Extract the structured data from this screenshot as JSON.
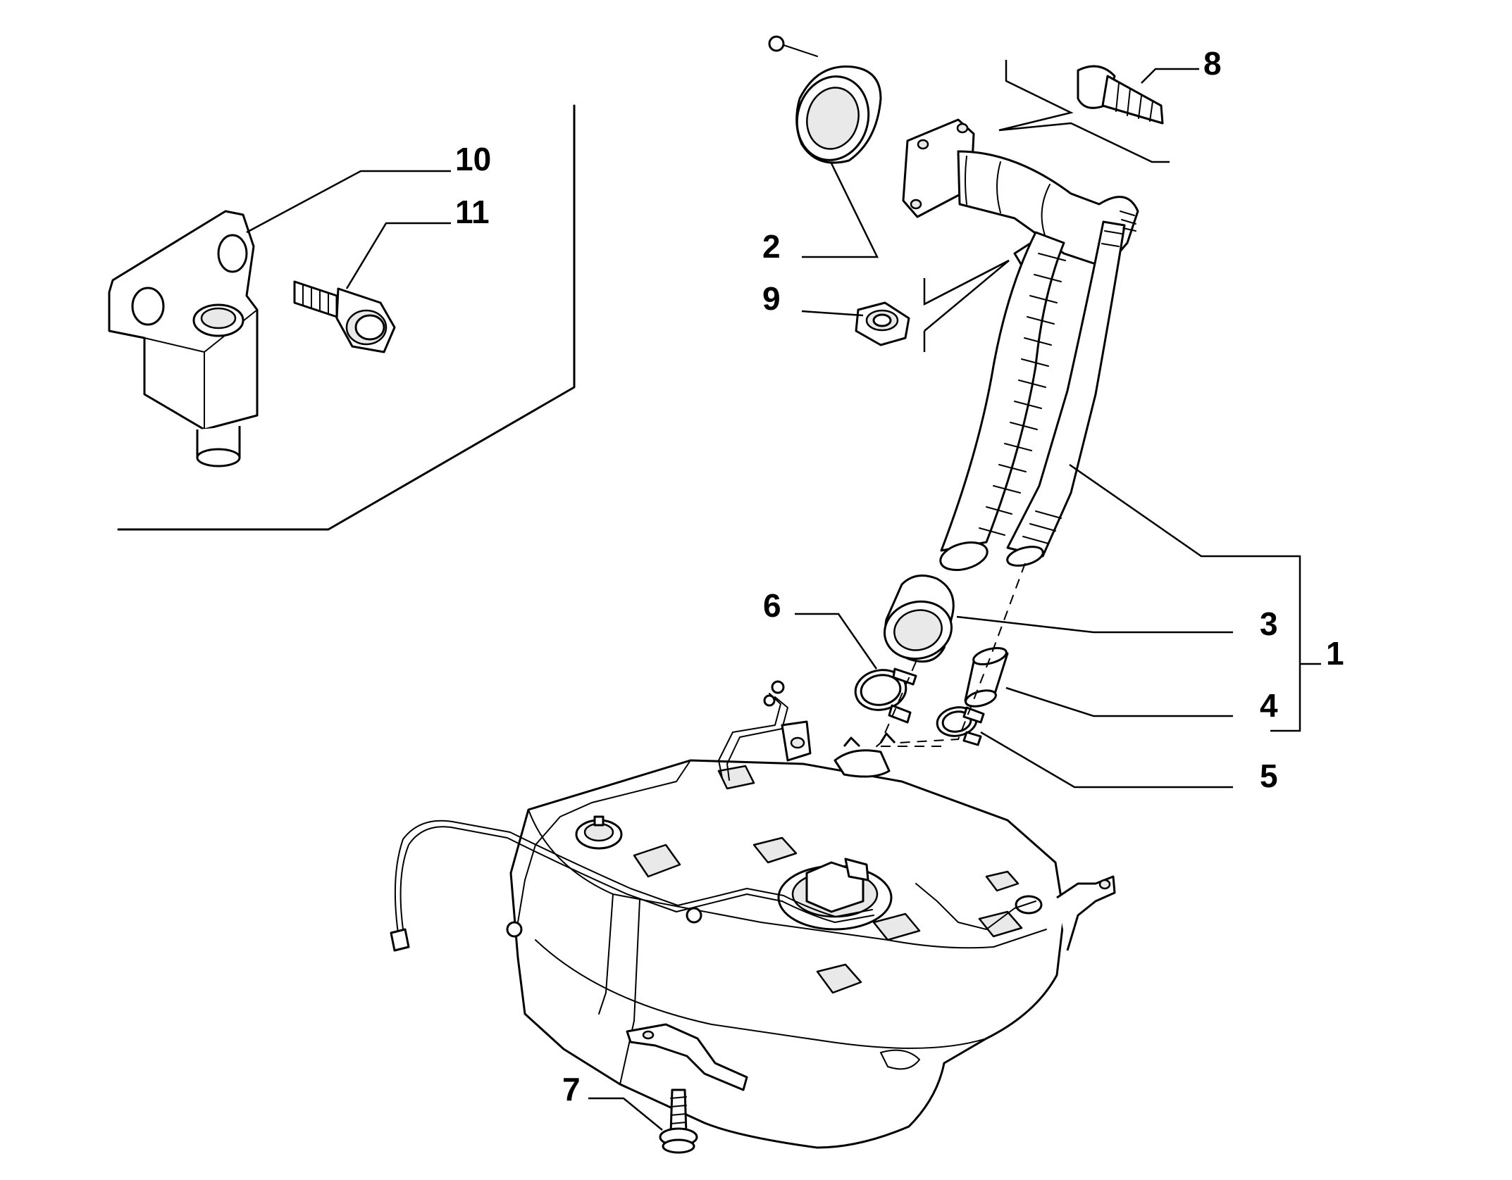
{
  "callouts": {
    "c1": "1",
    "c2": "2",
    "c3": "3",
    "c4": "4",
    "c5": "5",
    "c6": "6",
    "c7": "7",
    "c8": "8",
    "c9": "9",
    "c10": "10",
    "c11": "11"
  },
  "colors": {
    "line": "#000000",
    "background": "#ffffff",
    "shade": "#e9e9e9"
  }
}
